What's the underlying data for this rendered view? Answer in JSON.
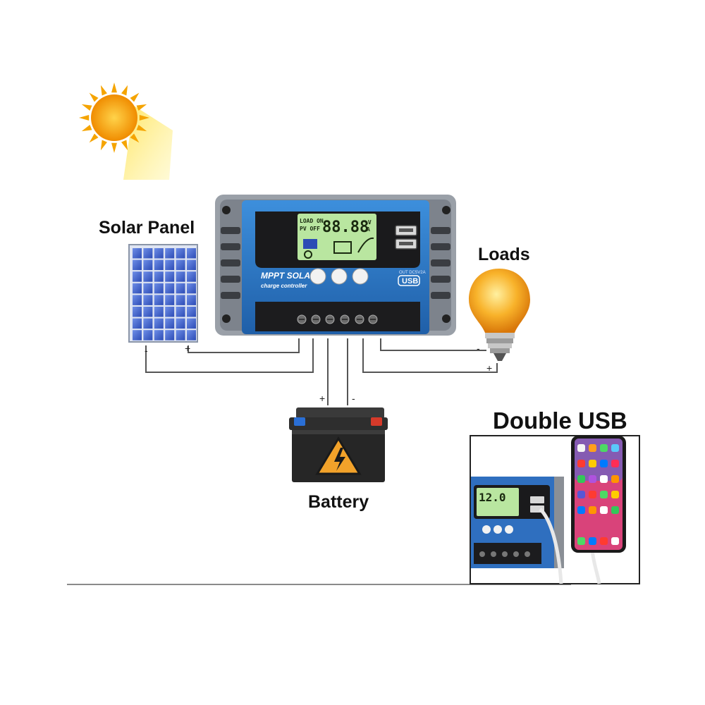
{
  "labels": {
    "solar_panel": "Solar Panel",
    "loads": "Loads",
    "battery": "Battery",
    "double_usb": "Double USB"
  },
  "controller": {
    "title": "MPPT SOLAR",
    "subtitle": "charge controller",
    "lcd_load": "LOAD ON",
    "lcd_pv": "PV OFF",
    "lcd_digits": "88.88",
    "lcd_units": "%V",
    "lcd_units2": "A",
    "usb_caption": "OUT DC5V2A",
    "usb_logo": "USB"
  },
  "wiring": {
    "solar_minus": "-",
    "solar_plus": "+",
    "battery_plus": "+",
    "battery_minus": "-",
    "load_minus": "-",
    "load_plus": "+"
  },
  "inset": {
    "lcd_value": "12.0"
  },
  "colors": {
    "controller_blue": "#2f7ac8",
    "lcd_green": "#b9e6a0",
    "sun": "#f5a400",
    "bulb": "#f7a81b",
    "battery_body": "#2b2b2b",
    "warning": "#f2a22a"
  }
}
